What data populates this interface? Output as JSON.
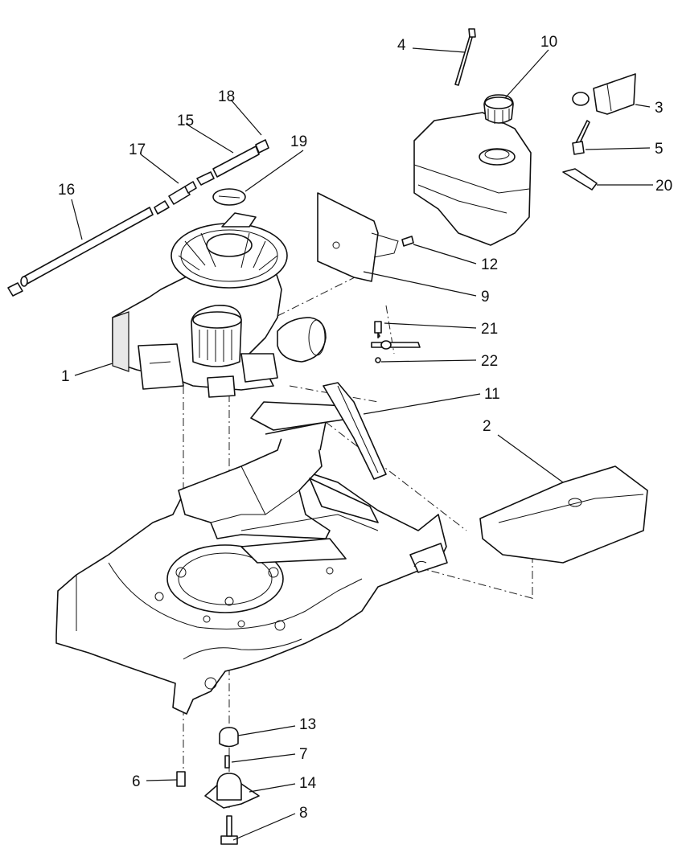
{
  "callouts": [
    {
      "id": "c1",
      "label": "1"
    },
    {
      "id": "c2",
      "label": "2"
    },
    {
      "id": "c3",
      "label": "3"
    },
    {
      "id": "c4",
      "label": "4"
    },
    {
      "id": "c5",
      "label": "5"
    },
    {
      "id": "c6",
      "label": "6"
    },
    {
      "id": "c7",
      "label": "7"
    },
    {
      "id": "c8",
      "label": "8"
    },
    {
      "id": "c9",
      "label": "9"
    },
    {
      "id": "c10",
      "label": "10"
    },
    {
      "id": "c11",
      "label": "11"
    },
    {
      "id": "c12",
      "label": "12"
    },
    {
      "id": "c13",
      "label": "13"
    },
    {
      "id": "c14",
      "label": "14"
    },
    {
      "id": "c15",
      "label": "15"
    },
    {
      "id": "c16",
      "label": "16"
    },
    {
      "id": "c17",
      "label": "17"
    },
    {
      "id": "c18",
      "label": "18"
    },
    {
      "id": "c19",
      "label": "19"
    },
    {
      "id": "c20",
      "label": "20"
    },
    {
      "id": "c21",
      "label": "21"
    },
    {
      "id": "c22",
      "label": "22"
    }
  ]
}
